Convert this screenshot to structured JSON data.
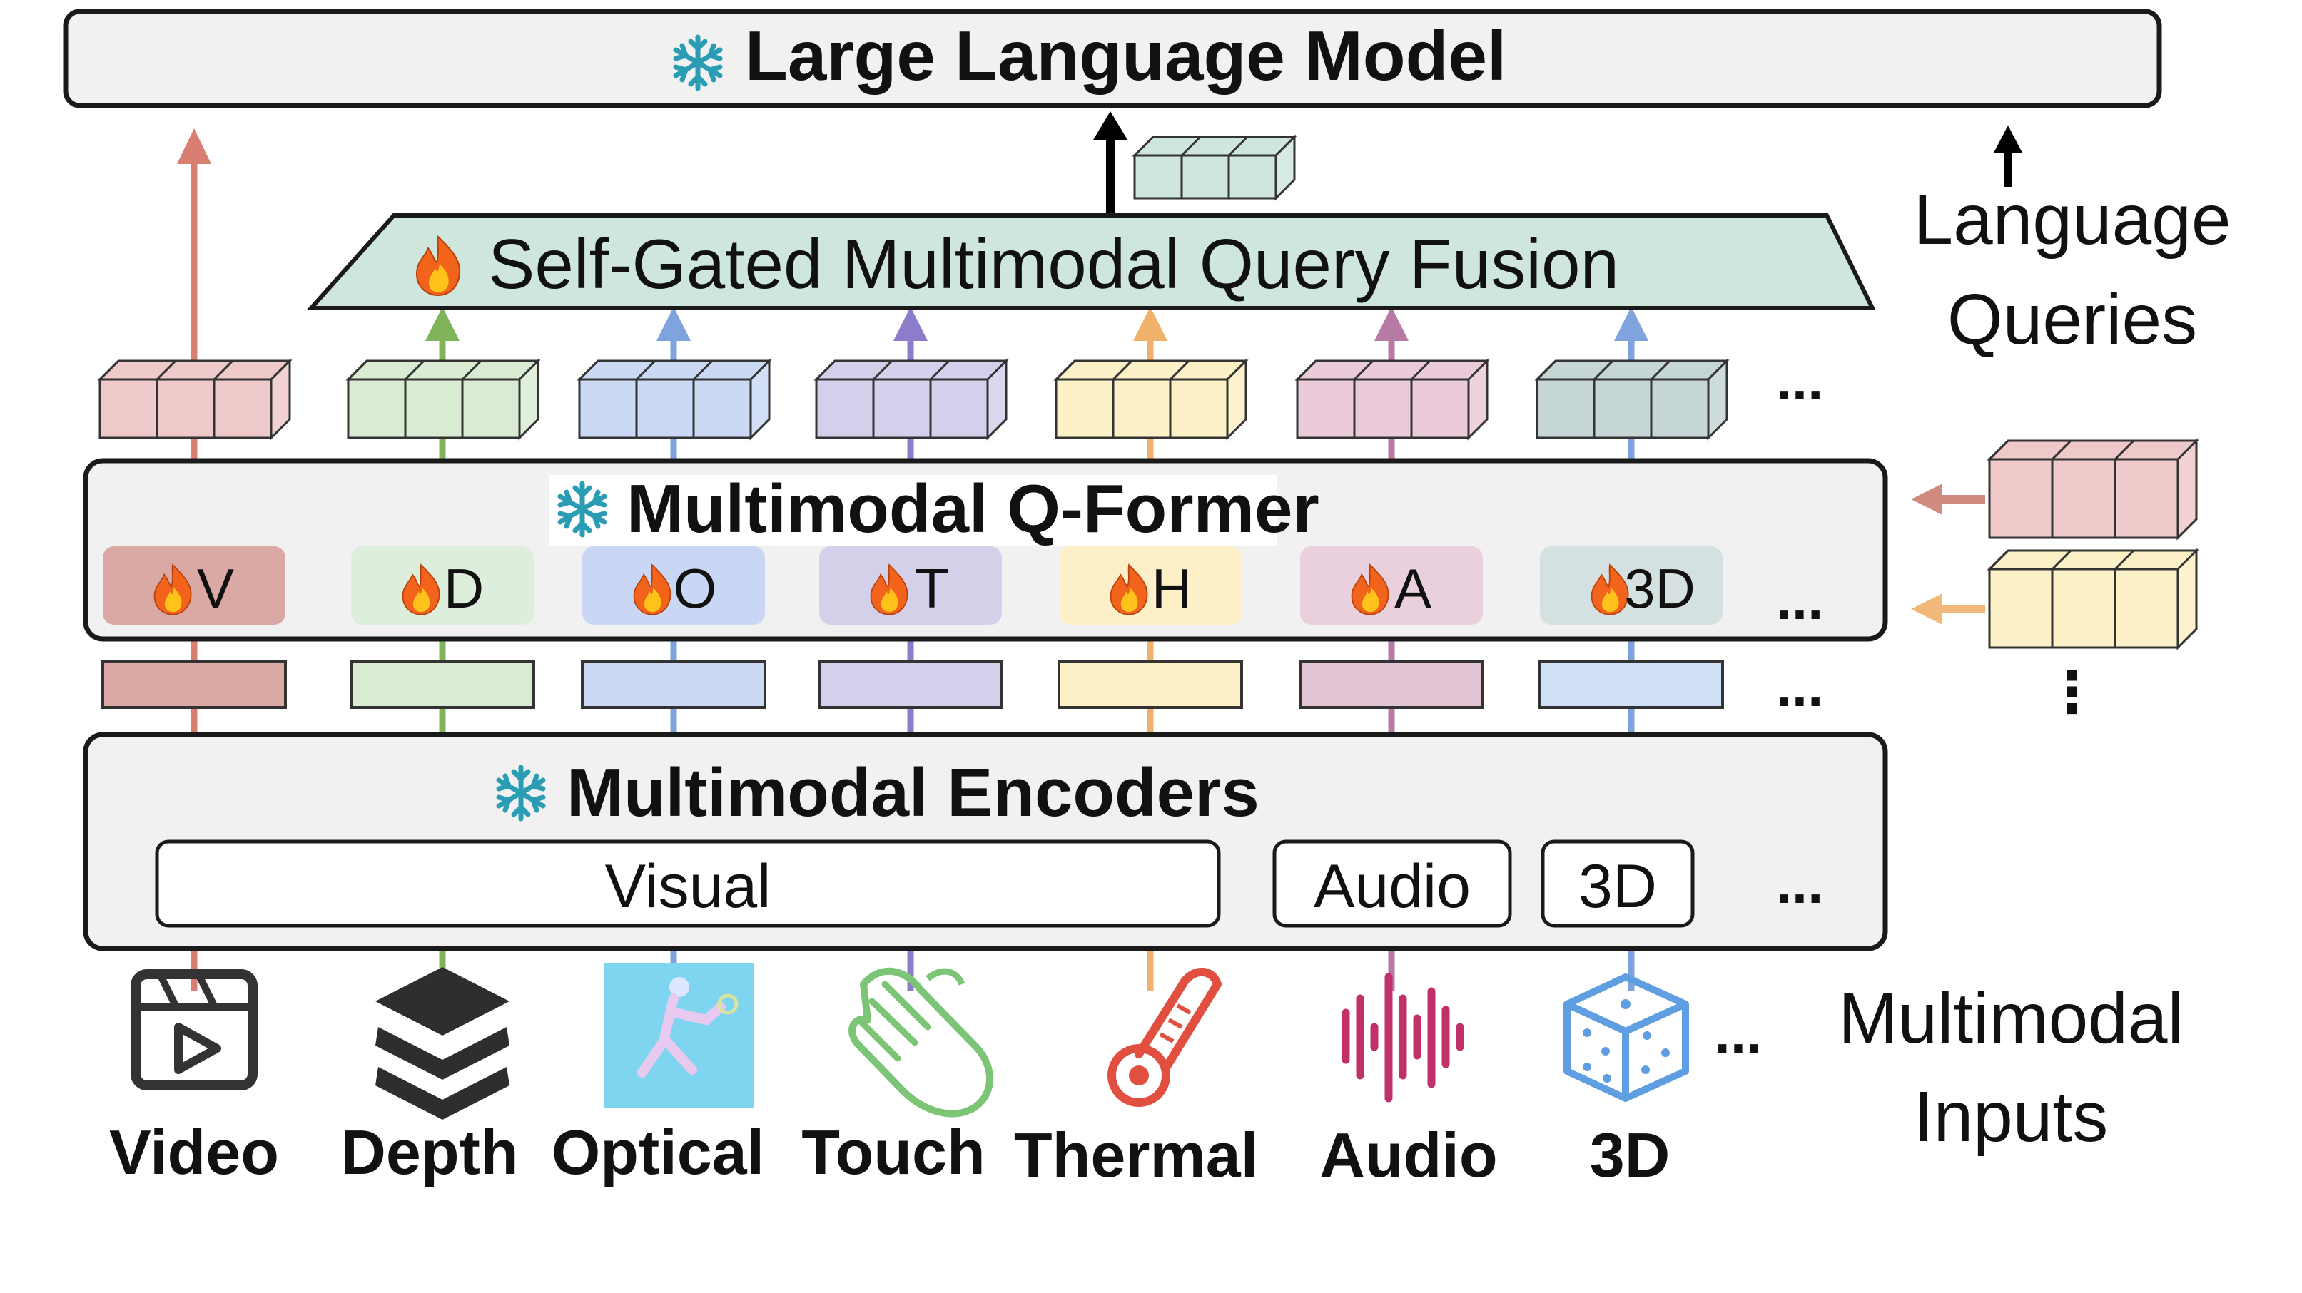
{
  "llm": {
    "title": "Large Language Model",
    "icon": "snowflake-icon"
  },
  "fusion": {
    "title": "Self-Gated Multimodal Query Fusion",
    "icon": "fire-icon"
  },
  "qformer": {
    "title": "Multimodal Q-Former",
    "icon": "snowflake-icon",
    "experts": [
      {
        "label": "V",
        "fill": "#dba9a4",
        "line": "#d87f72"
      },
      {
        "label": "D",
        "fill": "#ddeedd",
        "line": "#7fb45a"
      },
      {
        "label": "O",
        "fill": "#c9d7f5",
        "line": "#7fa4dd"
      },
      {
        "label": "T",
        "fill": "#d5d0ea",
        "line": "#8d7cc9"
      },
      {
        "label": "H",
        "fill": "#fdf0c8",
        "line": "#f0b16a"
      },
      {
        "label": "A",
        "fill": "#ead0dc",
        "line": "#b77aa4"
      },
      {
        "label": "3D",
        "fill": "#d5e1e0",
        "line": "#7fa4dd"
      }
    ]
  },
  "query_colors": [
    "#efc9c9",
    "#d9ecd3",
    "#cbd9f4",
    "#d4d0ec",
    "#fcf0c6",
    "#ebcbd9",
    "#c6d6d6"
  ],
  "feature_colors": [
    "#dba9a4",
    "#d9ecd3",
    "#cbd9f4",
    "#d4d0ec",
    "#fcf0c6",
    "#e3c4d4",
    "#cfe0f6"
  ],
  "output_color": "#cfe6dc",
  "side_query_colors": [
    "#efc9c9",
    "#fcf0c6"
  ],
  "side_arrow_colors": [
    "#d08b80",
    "#f0b87a"
  ],
  "encoders": {
    "title": "Multimodal Encoders",
    "icon": "snowflake-icon",
    "boxes": [
      "Visual",
      "Audio",
      "3D"
    ]
  },
  "ellipsis": "...",
  "vertical_ellipsis": "⋮",
  "language_queries": [
    "Language",
    "Queries"
  ],
  "multimodal_inputs": [
    "Multimodal",
    "Inputs"
  ],
  "inputs": [
    {
      "label": "Video",
      "icon": "video-clapper-icon"
    },
    {
      "label": "Depth",
      "icon": "layers-icon"
    },
    {
      "label": "Optical",
      "icon": "optical-flow-image"
    },
    {
      "label": "Touch",
      "icon": "hand-touch-icon"
    },
    {
      "label": "Thermal",
      "icon": "thermometer-icon"
    },
    {
      "label": "Audio",
      "icon": "sound-wave-icon"
    },
    {
      "label": "3D",
      "icon": "dice-cube-icon"
    }
  ],
  "colors": {
    "panel_fill": "#f1f1f1",
    "panel_stroke": "#1a1a1a",
    "fusion_fill": "#cfe6dc",
    "snowflake": "#2a9db5",
    "fire_outer": "#f2641c",
    "fire_inner": "#ffc21a"
  }
}
